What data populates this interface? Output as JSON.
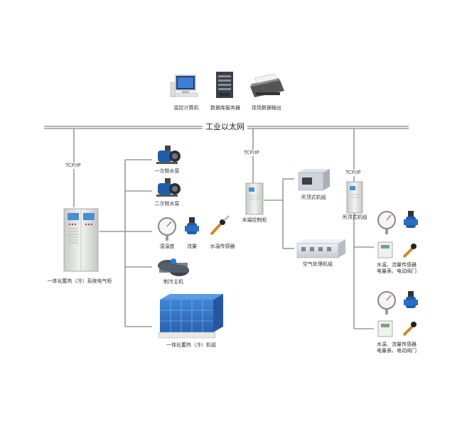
{
  "network": {
    "title": "工业以太网"
  },
  "servers": {
    "monitor": "监控计算机",
    "database": "数据库服务器",
    "output": "现场数据输出"
  },
  "protocols": {
    "left": "TCP/IP",
    "middle": "TCP/IP",
    "right": "TCP/IP"
  },
  "left": {
    "cabinet": "一体化蓄热（冷）系统电气柜",
    "pump1": "一次侧水泵",
    "pump2": "二次侧水泵",
    "temp_gauge": "湿温度",
    "flow": "流量",
    "water_temp": "水温传感器",
    "chiller": "制冷主机",
    "storage": "一体化蓄热（冷）机组"
  },
  "middle": {
    "cabinet": "末端控制柜",
    "ceiling_unit": "吊顶式机组",
    "ahu": "空气处理机组"
  },
  "right": {
    "cabinet": "吊顶式机组",
    "sensor_line1_top": "水温、流量传感器",
    "sensor_line2_top": "电量表、电动阀门",
    "sensor_line1_bottom": "水温、流量传感器",
    "sensor_line2_bottom": "电量表、电动阀门"
  }
}
